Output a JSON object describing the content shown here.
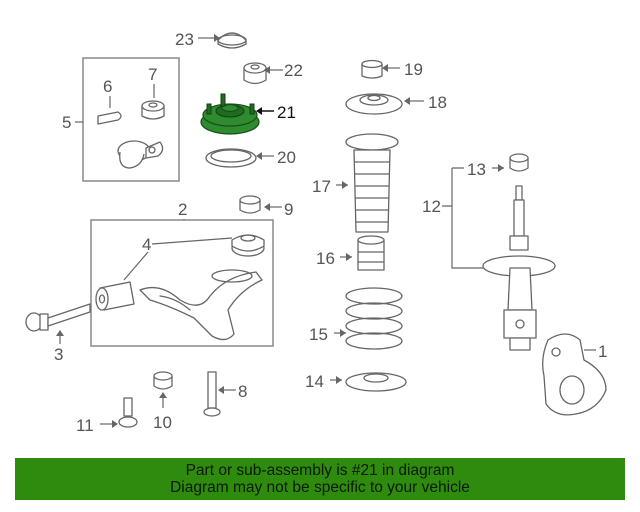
{
  "highlight_color": "#2e8b0e",
  "banner": {
    "line1": "Part or sub-assembly is #21 in diagram",
    "line2": "Diagram may not be specific to your vehicle"
  },
  "callouts": {
    "c1": "1",
    "c2": "2",
    "c3": "3",
    "c4": "4",
    "c5": "5",
    "c6": "6",
    "c7": "7",
    "c8": "8",
    "c9": "9",
    "c10": "10",
    "c11": "11",
    "c12": "12",
    "c13": "13",
    "c14": "14",
    "c15": "15",
    "c16": "16",
    "c17": "17",
    "c18": "18",
    "c19": "19",
    "c20": "20",
    "c21": "21",
    "c22": "22",
    "c23": "23"
  }
}
